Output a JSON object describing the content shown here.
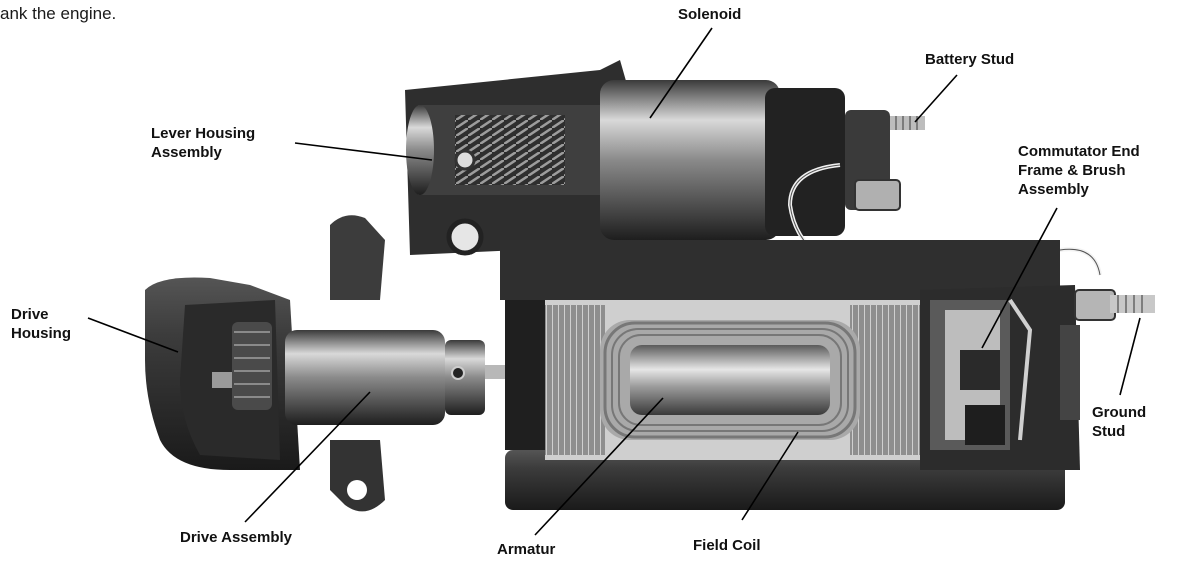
{
  "intro_text": "ank the engine.",
  "labels": {
    "solenoid": "Solenoid",
    "battery_stud": "Battery Stud",
    "lever_housing": "Lever Housing\nAssembly",
    "commutator": "Commutator End\nFrame & Brush\nAssembly",
    "drive_housing": "Drive\nHousing",
    "ground_stud": "Ground\nStud",
    "drive_assembly": "Drive Assembly",
    "armatur": "Armatur",
    "field_coil": "Field Coil"
  },
  "colors": {
    "background": "#ffffff",
    "text": "#111111",
    "metal_dark": "#2b2b2b",
    "metal_mid": "#6e6e6e",
    "metal_light": "#cfcfcf"
  }
}
